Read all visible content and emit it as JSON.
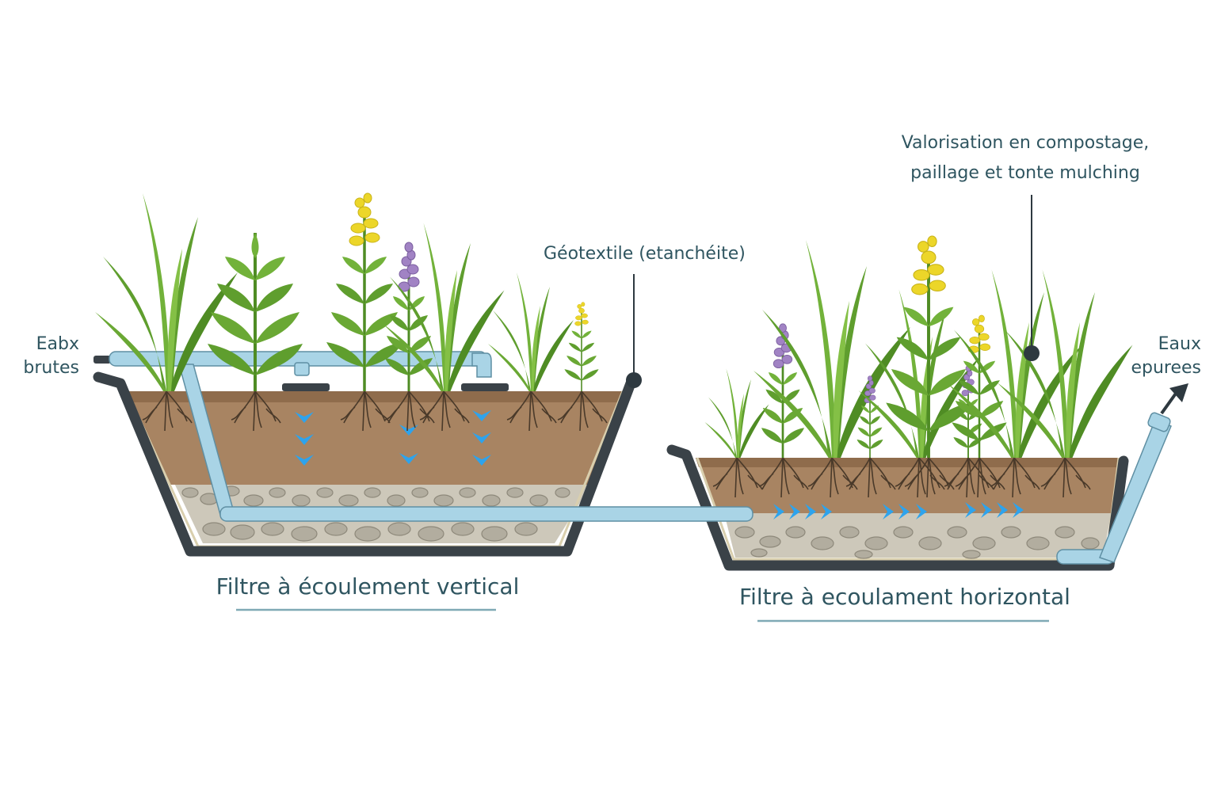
{
  "labels": {
    "inlet_line1": "Eabx",
    "inlet_line2": "brutes",
    "outlet_line1": "Eaux",
    "outlet_line2": "epurees",
    "geotextile": "Géotextile (etanchéite)",
    "valorisation_line1": "Valorisation en compostage,",
    "valorisation_line2": "paillage et tonte mulching",
    "vertical_filter": "Filtre à écoulement vertical",
    "horizontal_filter": "Filtre à ecoulament horizontal"
  },
  "colors": {
    "text": "#2f5560",
    "liner": "#3a4248",
    "soil": "#a88462",
    "gravel": "#c9c4b6",
    "pipe": "#a9d4e6",
    "water": "#2ea3ec",
    "leaf": "#5f9e2e",
    "yellow_flower": "#ecd629",
    "purple_flower": "#a183c4",
    "root": "#4a3a2a",
    "underline": "#7fa9b5"
  }
}
